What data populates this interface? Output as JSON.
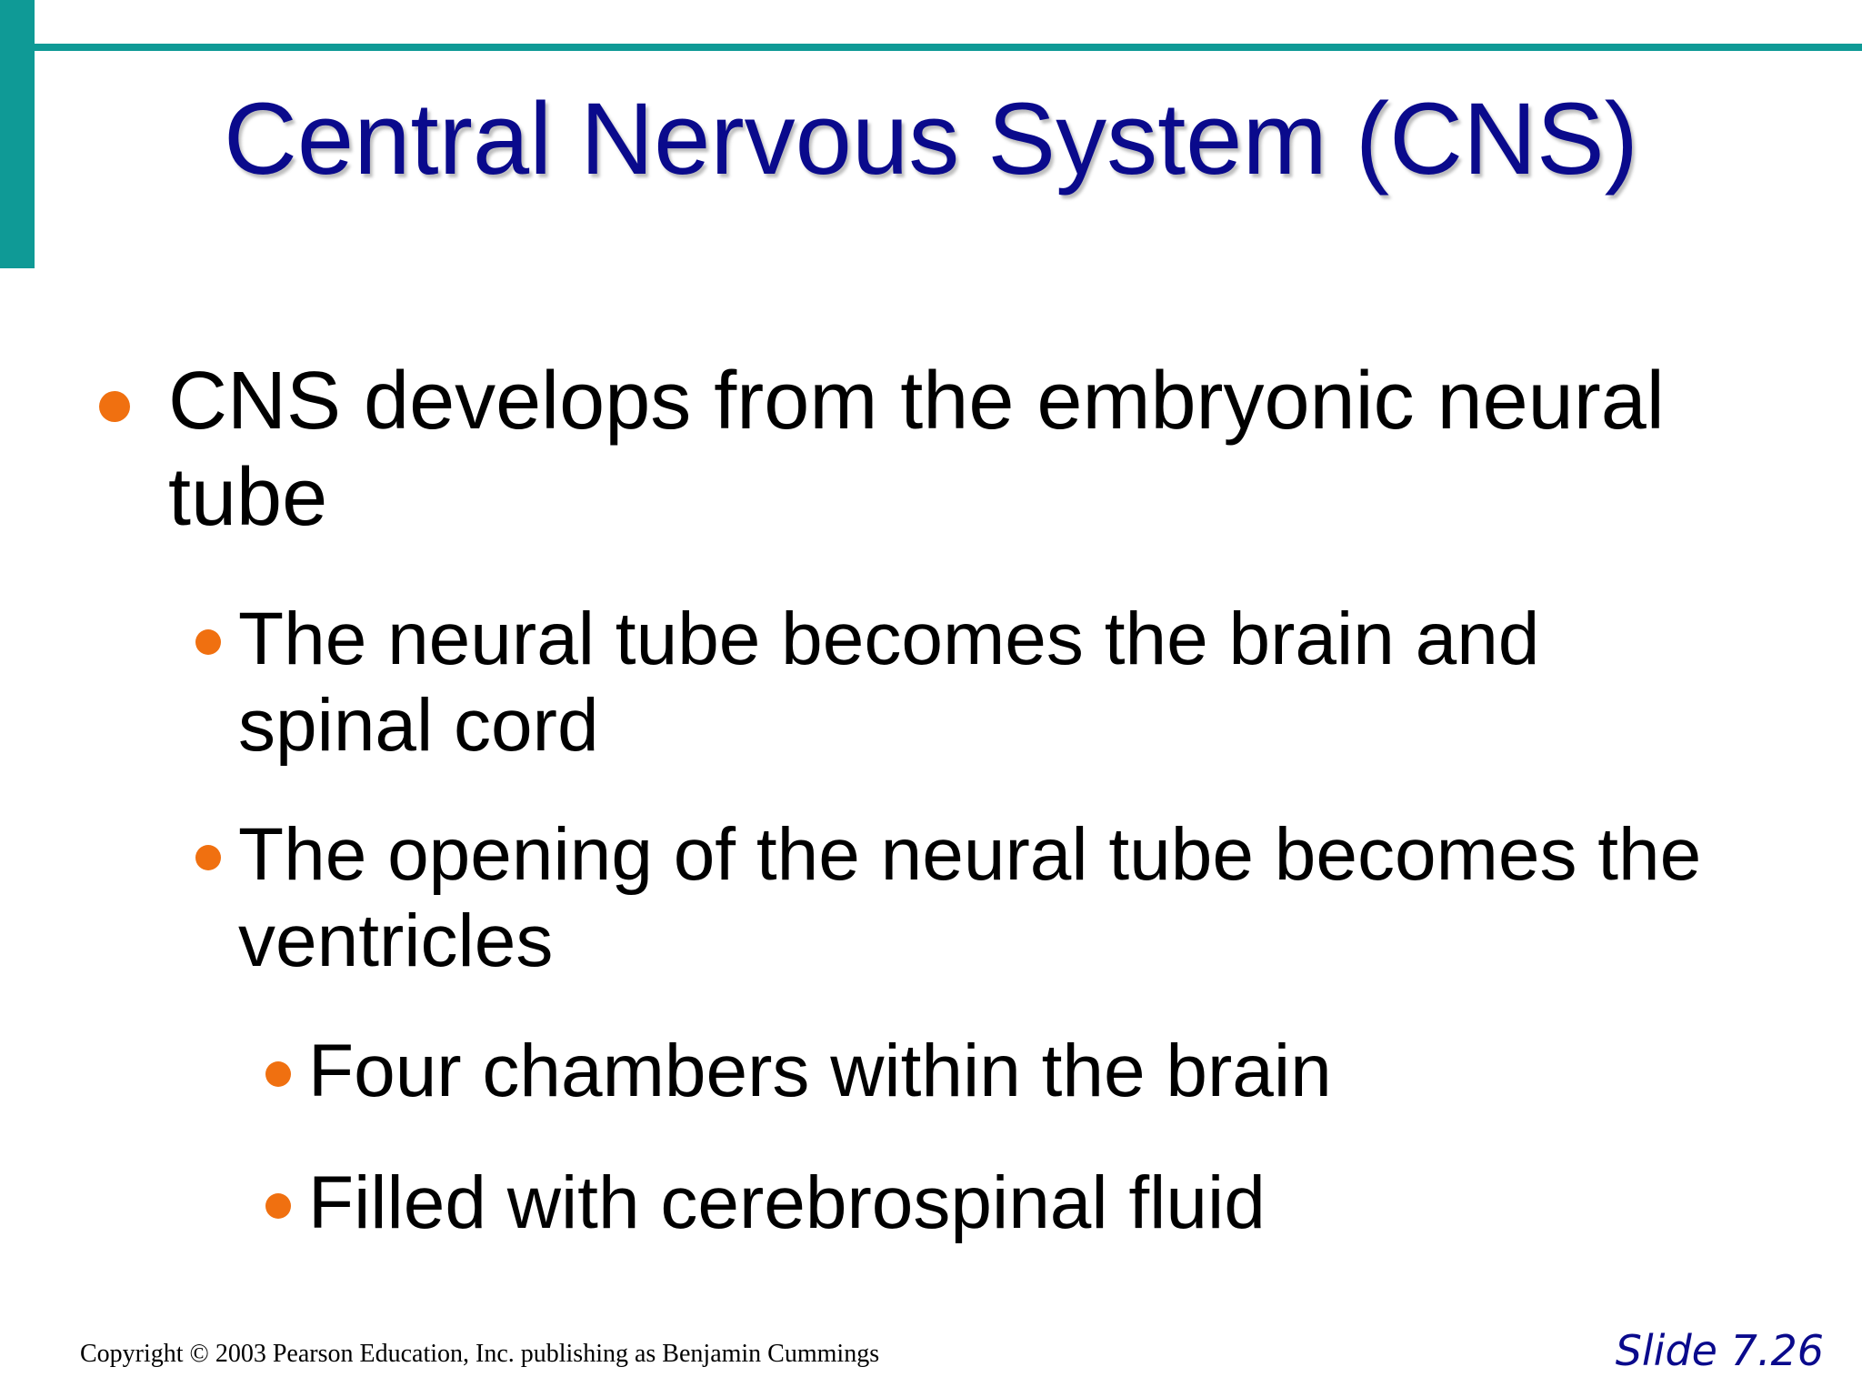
{
  "title": "Central Nervous System (CNS)",
  "bullets": [
    {
      "level": 1,
      "text": "CNS develops from the embryonic neural tube"
    },
    {
      "level": 2,
      "text": "The neural tube becomes the brain and spinal cord"
    },
    {
      "level": 2,
      "text": "The opening of the neural tube becomes the ventricles"
    },
    {
      "level": 3,
      "text": "Four chambers within the brain"
    },
    {
      "level": 3,
      "text": "Filled with cerebrospinal fluid"
    }
  ],
  "footer": {
    "copyright": "Copyright © 2003 Pearson Education, Inc. publishing as Benjamin Cummings",
    "slide_number": "Slide 7.26"
  },
  "colors": {
    "accent": "#0f9a96",
    "title": "#0a0a8c",
    "bullet": "#f07010"
  }
}
